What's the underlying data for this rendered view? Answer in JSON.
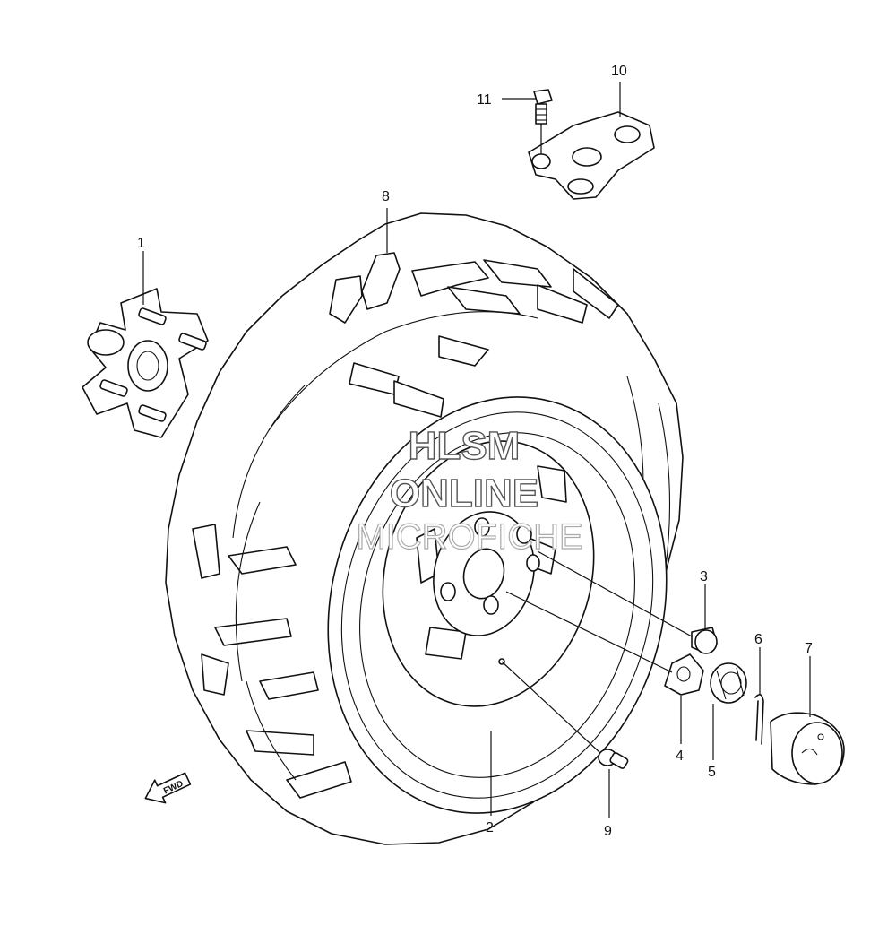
{
  "diagram": {
    "callouts": [
      {
        "id": "1",
        "label": "1"
      },
      {
        "id": "2",
        "label": "2"
      },
      {
        "id": "3",
        "label": "3"
      },
      {
        "id": "4",
        "label": "4"
      },
      {
        "id": "5",
        "label": "5"
      },
      {
        "id": "6",
        "label": "6"
      },
      {
        "id": "7",
        "label": "7"
      },
      {
        "id": "8",
        "label": "8"
      },
      {
        "id": "9",
        "label": "9"
      },
      {
        "id": "10",
        "label": "10"
      },
      {
        "id": "11",
        "label": "11"
      }
    ],
    "direction_arrow": {
      "label": "FWD"
    },
    "watermark": {
      "line1": "HLSM",
      "line2": "ONLINE",
      "line3": "MICROFICHE"
    }
  }
}
